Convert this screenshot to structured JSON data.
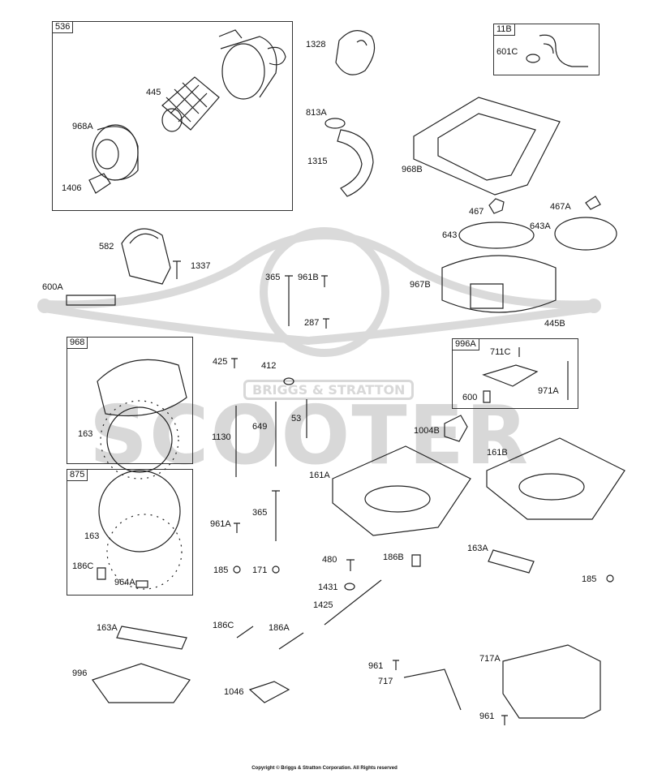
{
  "watermark": {
    "brand": "BRIGGS & STRATTON",
    "word": "SCOOTER"
  },
  "groups": {
    "g536": "536",
    "g11b": "11B",
    "g968": "968",
    "g875": "875",
    "g996a": "996A"
  },
  "parts": {
    "p445": "445",
    "p968a": "968A",
    "p1406": "1406",
    "p1328": "1328",
    "p813a": "813A",
    "p1315": "1315",
    "p968b": "968B",
    "p601c": "601C",
    "p467": "467",
    "p467a": "467A",
    "p643": "643",
    "p643a": "643A",
    "p967b": "967B",
    "p445b": "445B",
    "p582": "582",
    "p1337": "1337",
    "p600a": "600A",
    "p365a": "365",
    "p961b": "961B",
    "p287": "287",
    "p425": "425",
    "p412": "412",
    "p163a": "163",
    "p1130": "1130",
    "p649": "649",
    "p53": "53",
    "p711c": "711C",
    "p971a": "971A",
    "p600": "600",
    "p1004b": "1004B",
    "p161b": "161B",
    "p161a": "161A",
    "p961a": "961A",
    "p365b": "365",
    "p163b": "163",
    "p186c": "186C",
    "p964a": "964A",
    "p185a": "185",
    "p171": "171",
    "p480": "480",
    "p186b": "186B",
    "p1431": "1431",
    "p1425": "1425",
    "p163a2": "163A",
    "p185b": "185",
    "p163a3": "163A",
    "p186c2": "186C",
    "p186a": "186A",
    "p961c": "961",
    "p717": "717",
    "p717a": "717A",
    "p996": "996",
    "p1046": "1046",
    "p961d": "961"
  },
  "copyright": "Copyright © Briggs & Stratton Corporation. All Rights reserved"
}
